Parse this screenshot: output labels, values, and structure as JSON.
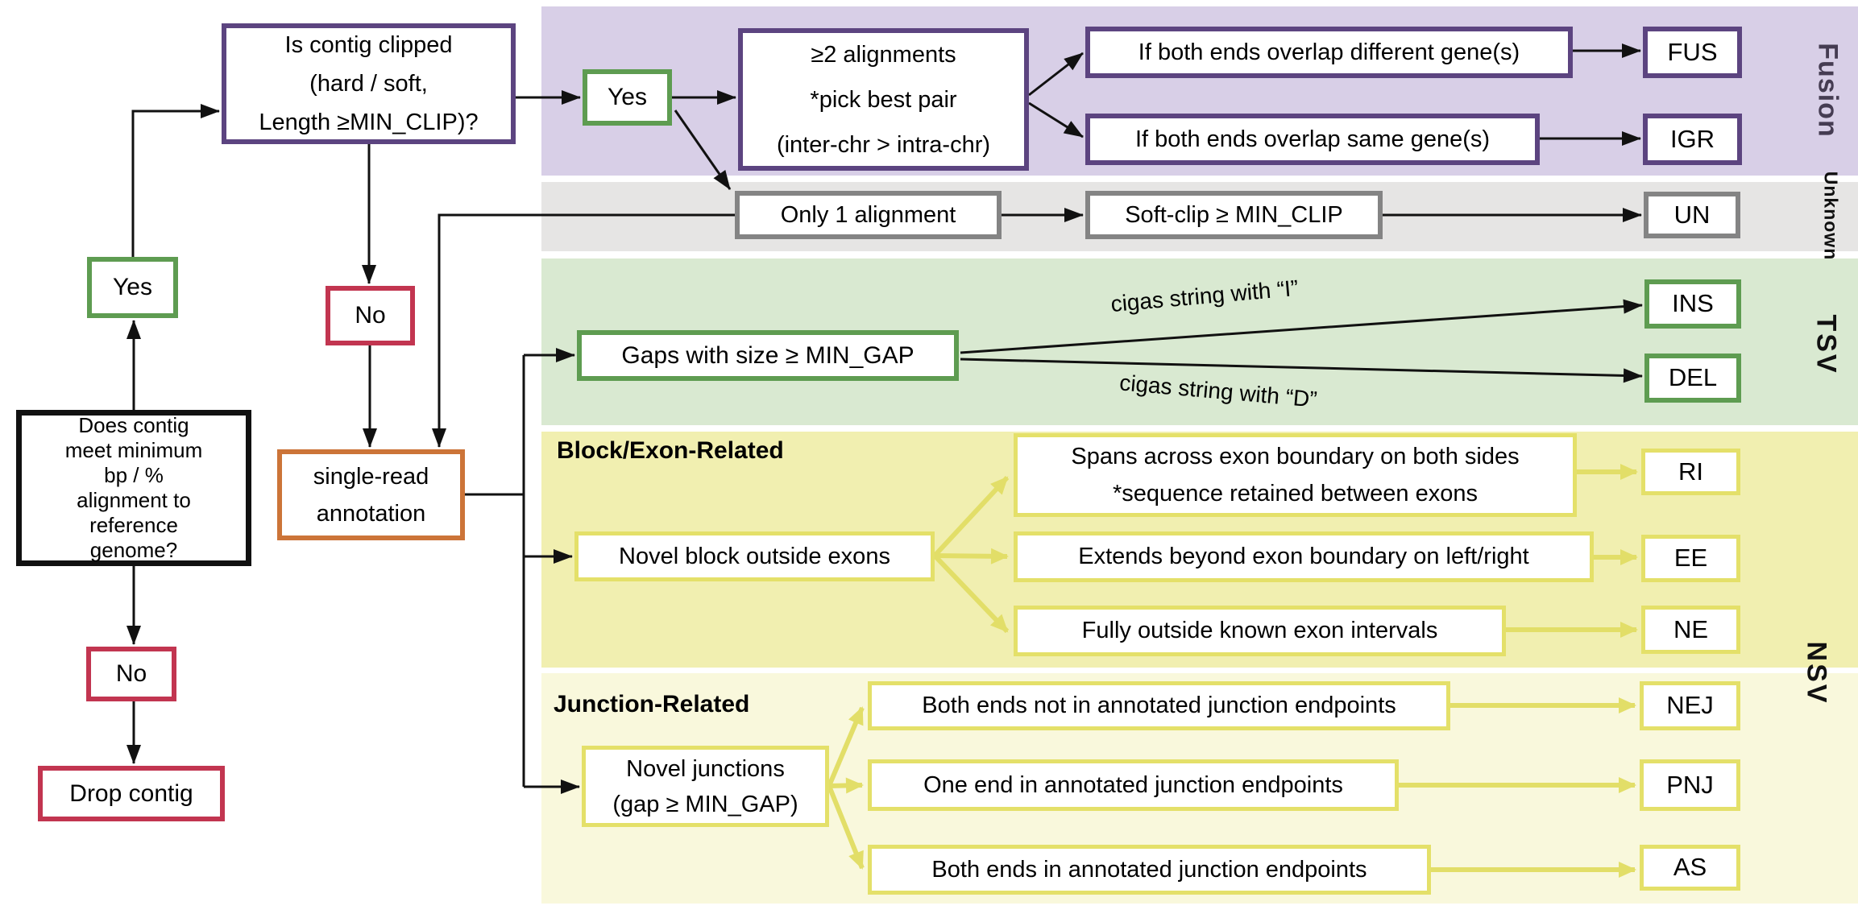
{
  "flow": {
    "min_question": "Does contig\nmeet minimum\nbp / %\nalignment to\nreference\ngenome?",
    "yes_label": "Yes",
    "no_label": "No",
    "drop_label": "Drop contig",
    "clipped_question": "Is contig clipped\n(hard / soft,\nLength ≥MIN_CLIP)?",
    "single_read": "single-read\nannotation"
  },
  "fusion": {
    "side_label": "Fusion",
    "yes_label": "Yes",
    "multi_align": "≥2 alignments\n*pick best pair\n(inter-chr > intra-chr)",
    "diff_genes": "If both ends overlap different gene(s)",
    "same_genes": "If both ends overlap same gene(s)",
    "fus": "FUS",
    "igr": "IGR"
  },
  "unknown": {
    "side_label": "Unknown",
    "only_one": "Only 1 alignment",
    "soft_clip": "Soft-clip ≥ MIN_CLIP",
    "un": "UN"
  },
  "tsv": {
    "side_label": "TSV",
    "gaps": "Gaps with size ≥ MIN_GAP",
    "cigas_i": "cigas string with “I”",
    "cigas_d": "cigas string with “D”",
    "ins": "INS",
    "del": "DEL"
  },
  "nsv": {
    "side_label": "NSV",
    "block_header": "Block/Exon-Related",
    "novel_block": "Novel block outside exons",
    "spans": "Spans across exon boundary on both sides\n*sequence retained between exons",
    "ri": "RI",
    "extends": "Extends beyond exon boundary on left/right",
    "ee": "EE",
    "fully": "Fully outside known exon intervals",
    "ne": "NE",
    "junction_header": "Junction-Related",
    "novel_junctions": "Novel junctions\n(gap ≥ MIN_GAP)",
    "nej_desc": "Both ends not in annotated junction endpoints",
    "nej": "NEJ",
    "pnj_desc": "One end in annotated junction endpoints",
    "pnj": "PNJ",
    "as_desc": "Both ends in annotated junction endpoints",
    "as": "AS"
  },
  "colors": {
    "purple_border": "#5c4480",
    "green_border": "#5e9c51",
    "red_border": "#c23550",
    "orange_border": "#cc7438",
    "gray_border": "#848484",
    "yellow_border": "#e4e069",
    "black_border": "#111111",
    "fusion_band": "#d8cfe7",
    "unknown_band": "#e6e5e4",
    "tsv_band": "#d9e9d1",
    "nsv_block_band": "#f1efb0",
    "nsv_junction_band": "#f9f8dc",
    "yellow_arrow": "#e2de68",
    "black_arrow": "#111111"
  }
}
